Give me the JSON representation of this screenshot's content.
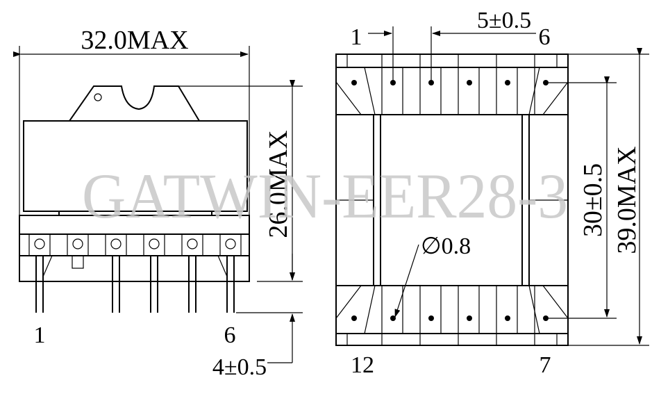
{
  "watermark": "GATWIN-EER28-3",
  "side_view": {
    "width_label": "32.0MAX",
    "height_label": "26.0MAX",
    "pin_length_label": "4±0.5",
    "pin_left_label": "1",
    "pin_right_label": "6"
  },
  "bottom_view": {
    "pitch_label": "5±0.5",
    "pitch_pin_left": "1",
    "pitch_pin_right": "6",
    "row_spacing_label": "30±0.5",
    "overall_label": "39.0MAX",
    "hole_label": "∅0.8",
    "pin_bottom_left_label": "12",
    "pin_bottom_right_label": "7"
  }
}
